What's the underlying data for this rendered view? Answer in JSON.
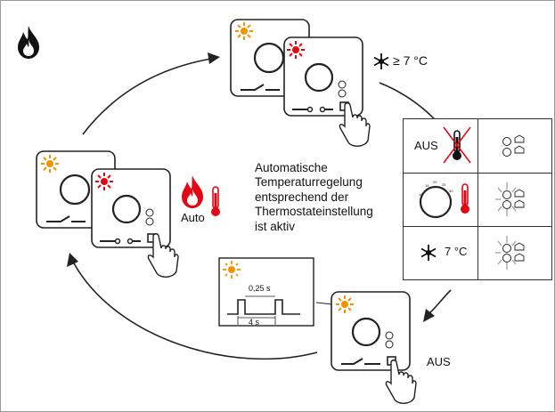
{
  "labels": {
    "description": [
      "Automatische",
      "Temperaturregelung",
      "entsprechend der",
      "Thermostateinstellung",
      "ist aktiv"
    ],
    "frost_threshold": "≥ 7 °C",
    "auto": "Auto",
    "aus_bottom": "AUS",
    "table_aus": "AUS",
    "table_frost_temp": "7 °C",
    "pulse_on": "0,25 s",
    "pulse_period": "4 s"
  },
  "dial_scale": [
    "10",
    "15",
    "20",
    "25",
    "30"
  ],
  "colors": {
    "flame_black": "#111111",
    "flame_red": "#e30613",
    "led_orange": "#f39200",
    "led_red": "#e30613",
    "outline": "#222222",
    "arrow": "#222222"
  },
  "icons": [
    "flame-icon",
    "thermometer-icon",
    "snowflake-icon",
    "hand-icon",
    "led-icon",
    "cross-icon",
    "pulse-diagram"
  ]
}
